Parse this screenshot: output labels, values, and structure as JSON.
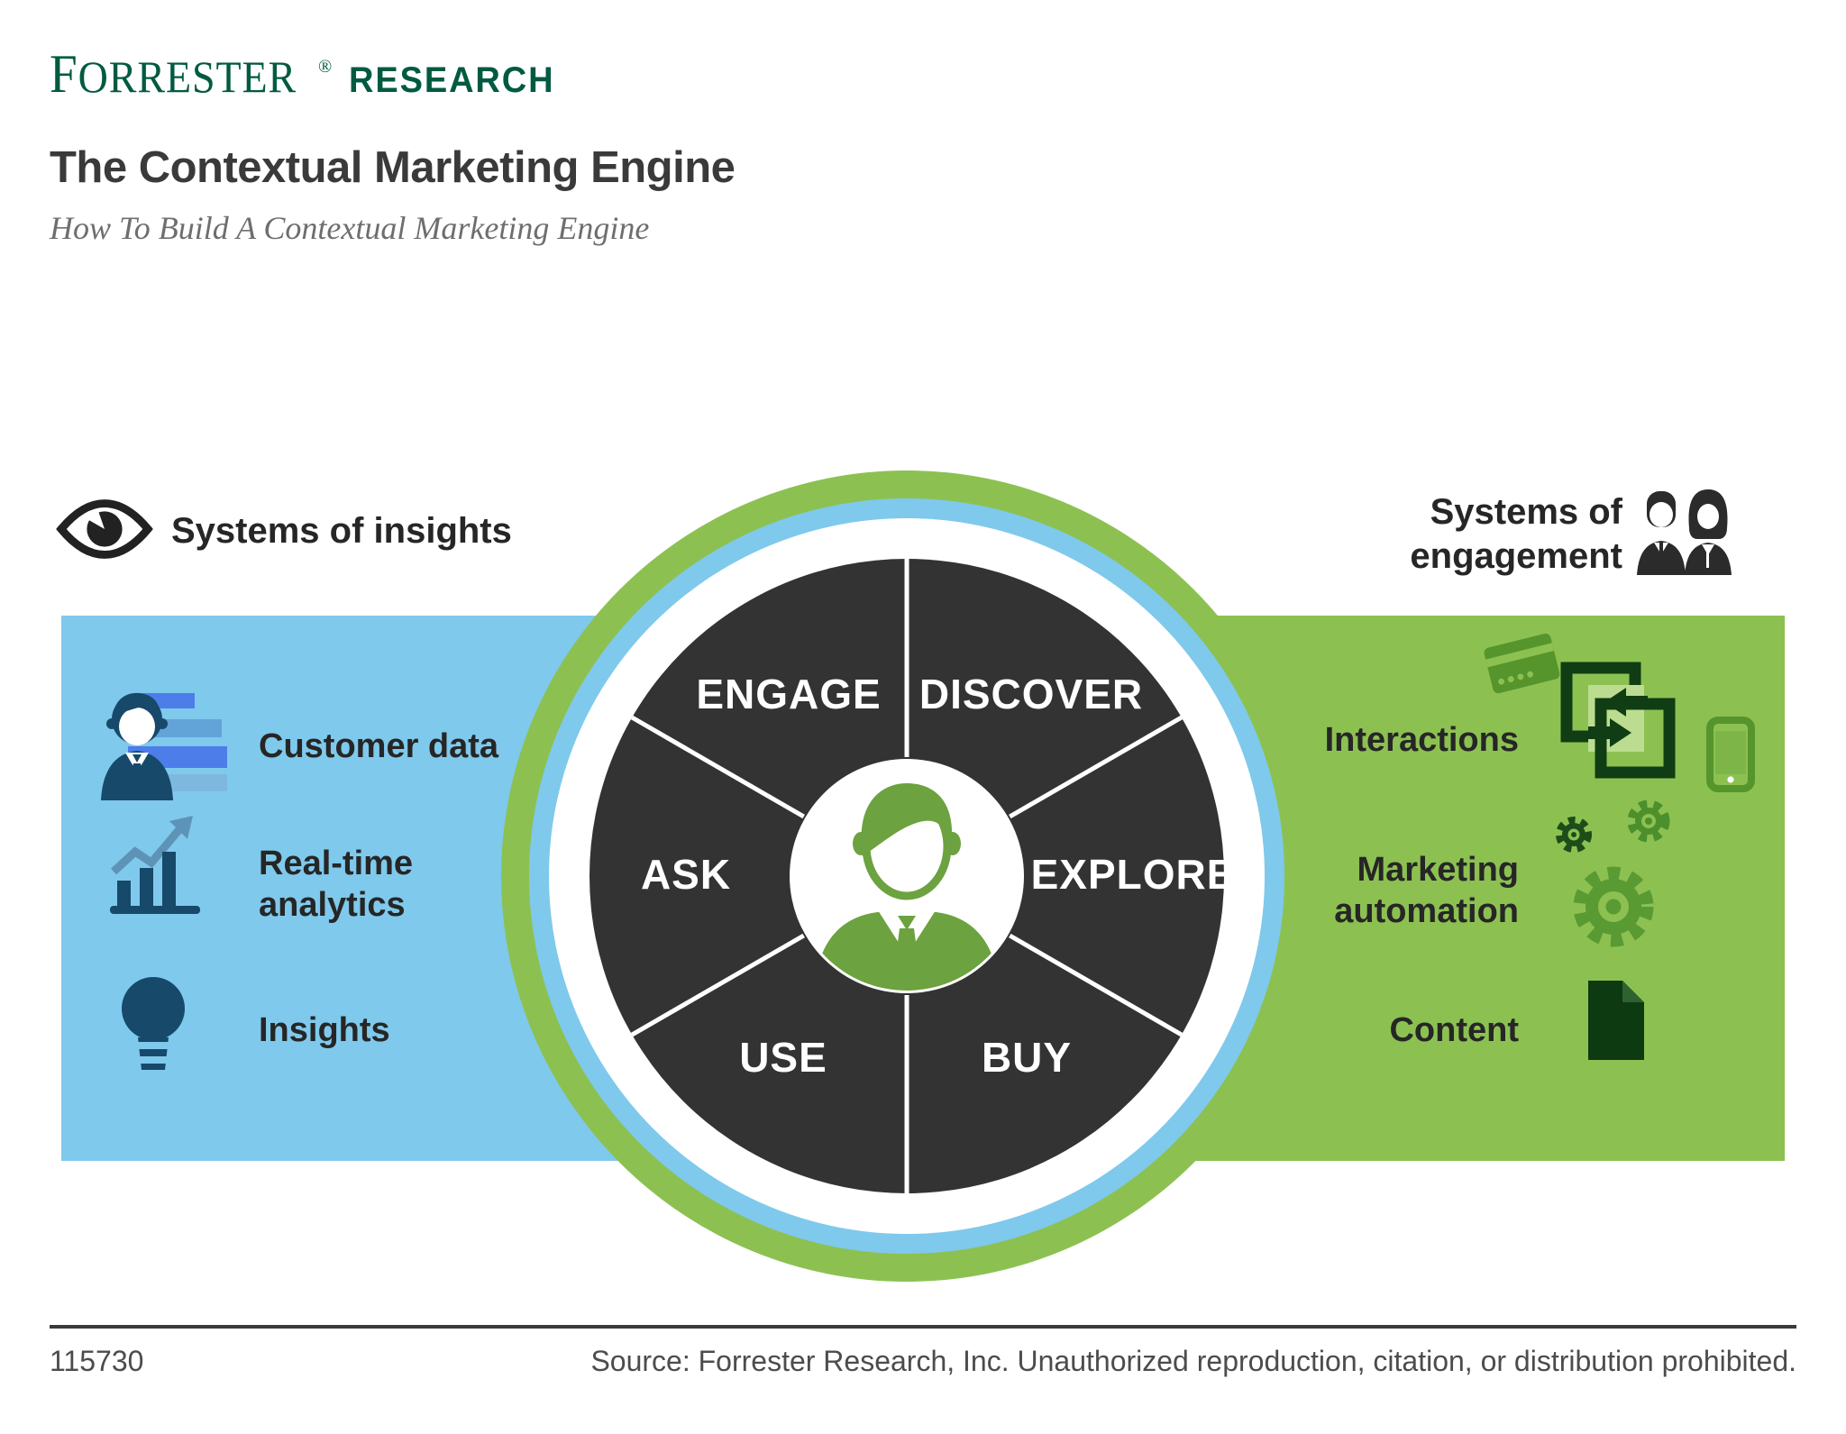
{
  "logo": {
    "brand": "FORRESTER",
    "registered": "®",
    "suffix": "RESEARCH"
  },
  "header": {
    "title": "The Contextual Marketing Engine",
    "subtitle": "How To Build A Contextual Marketing Engine"
  },
  "insights": {
    "heading": "Systems of insights",
    "items": [
      {
        "label": "Customer data",
        "icon": "customer-data-icon"
      },
      {
        "label": "Real-time analytics",
        "icon": "realtime-analytics-icon"
      },
      {
        "label": "Insights",
        "icon": "lightbulb-icon"
      }
    ]
  },
  "engagement": {
    "heading": "Systems of engagement",
    "items": [
      {
        "label": "Interactions",
        "icon": "interactions-icon"
      },
      {
        "label": "Marketing automation",
        "icon": "gears-icon"
      },
      {
        "label": "Content",
        "icon": "document-icon"
      }
    ]
  },
  "wheel": {
    "segments": [
      "ENGAGE",
      "DISCOVER",
      "ASK",
      "EXPLORE",
      "USE",
      "BUY"
    ],
    "center_icon": "person-icon"
  },
  "footer": {
    "doc_number": "115730",
    "source": "Source: Forrester Research, Inc. Unauthorized reproduction, citation, or distribution prohibited."
  },
  "colors": {
    "brand_green": "#005A41",
    "panel_blue": "#7FC9EC",
    "panel_green": "#8CC152",
    "wheel_dark": "#333333",
    "icon_navy": "#17496B",
    "person_green": "#6CA23F",
    "icon_dark_green": "#113D14",
    "icon_mid_green": "#55952C"
  }
}
